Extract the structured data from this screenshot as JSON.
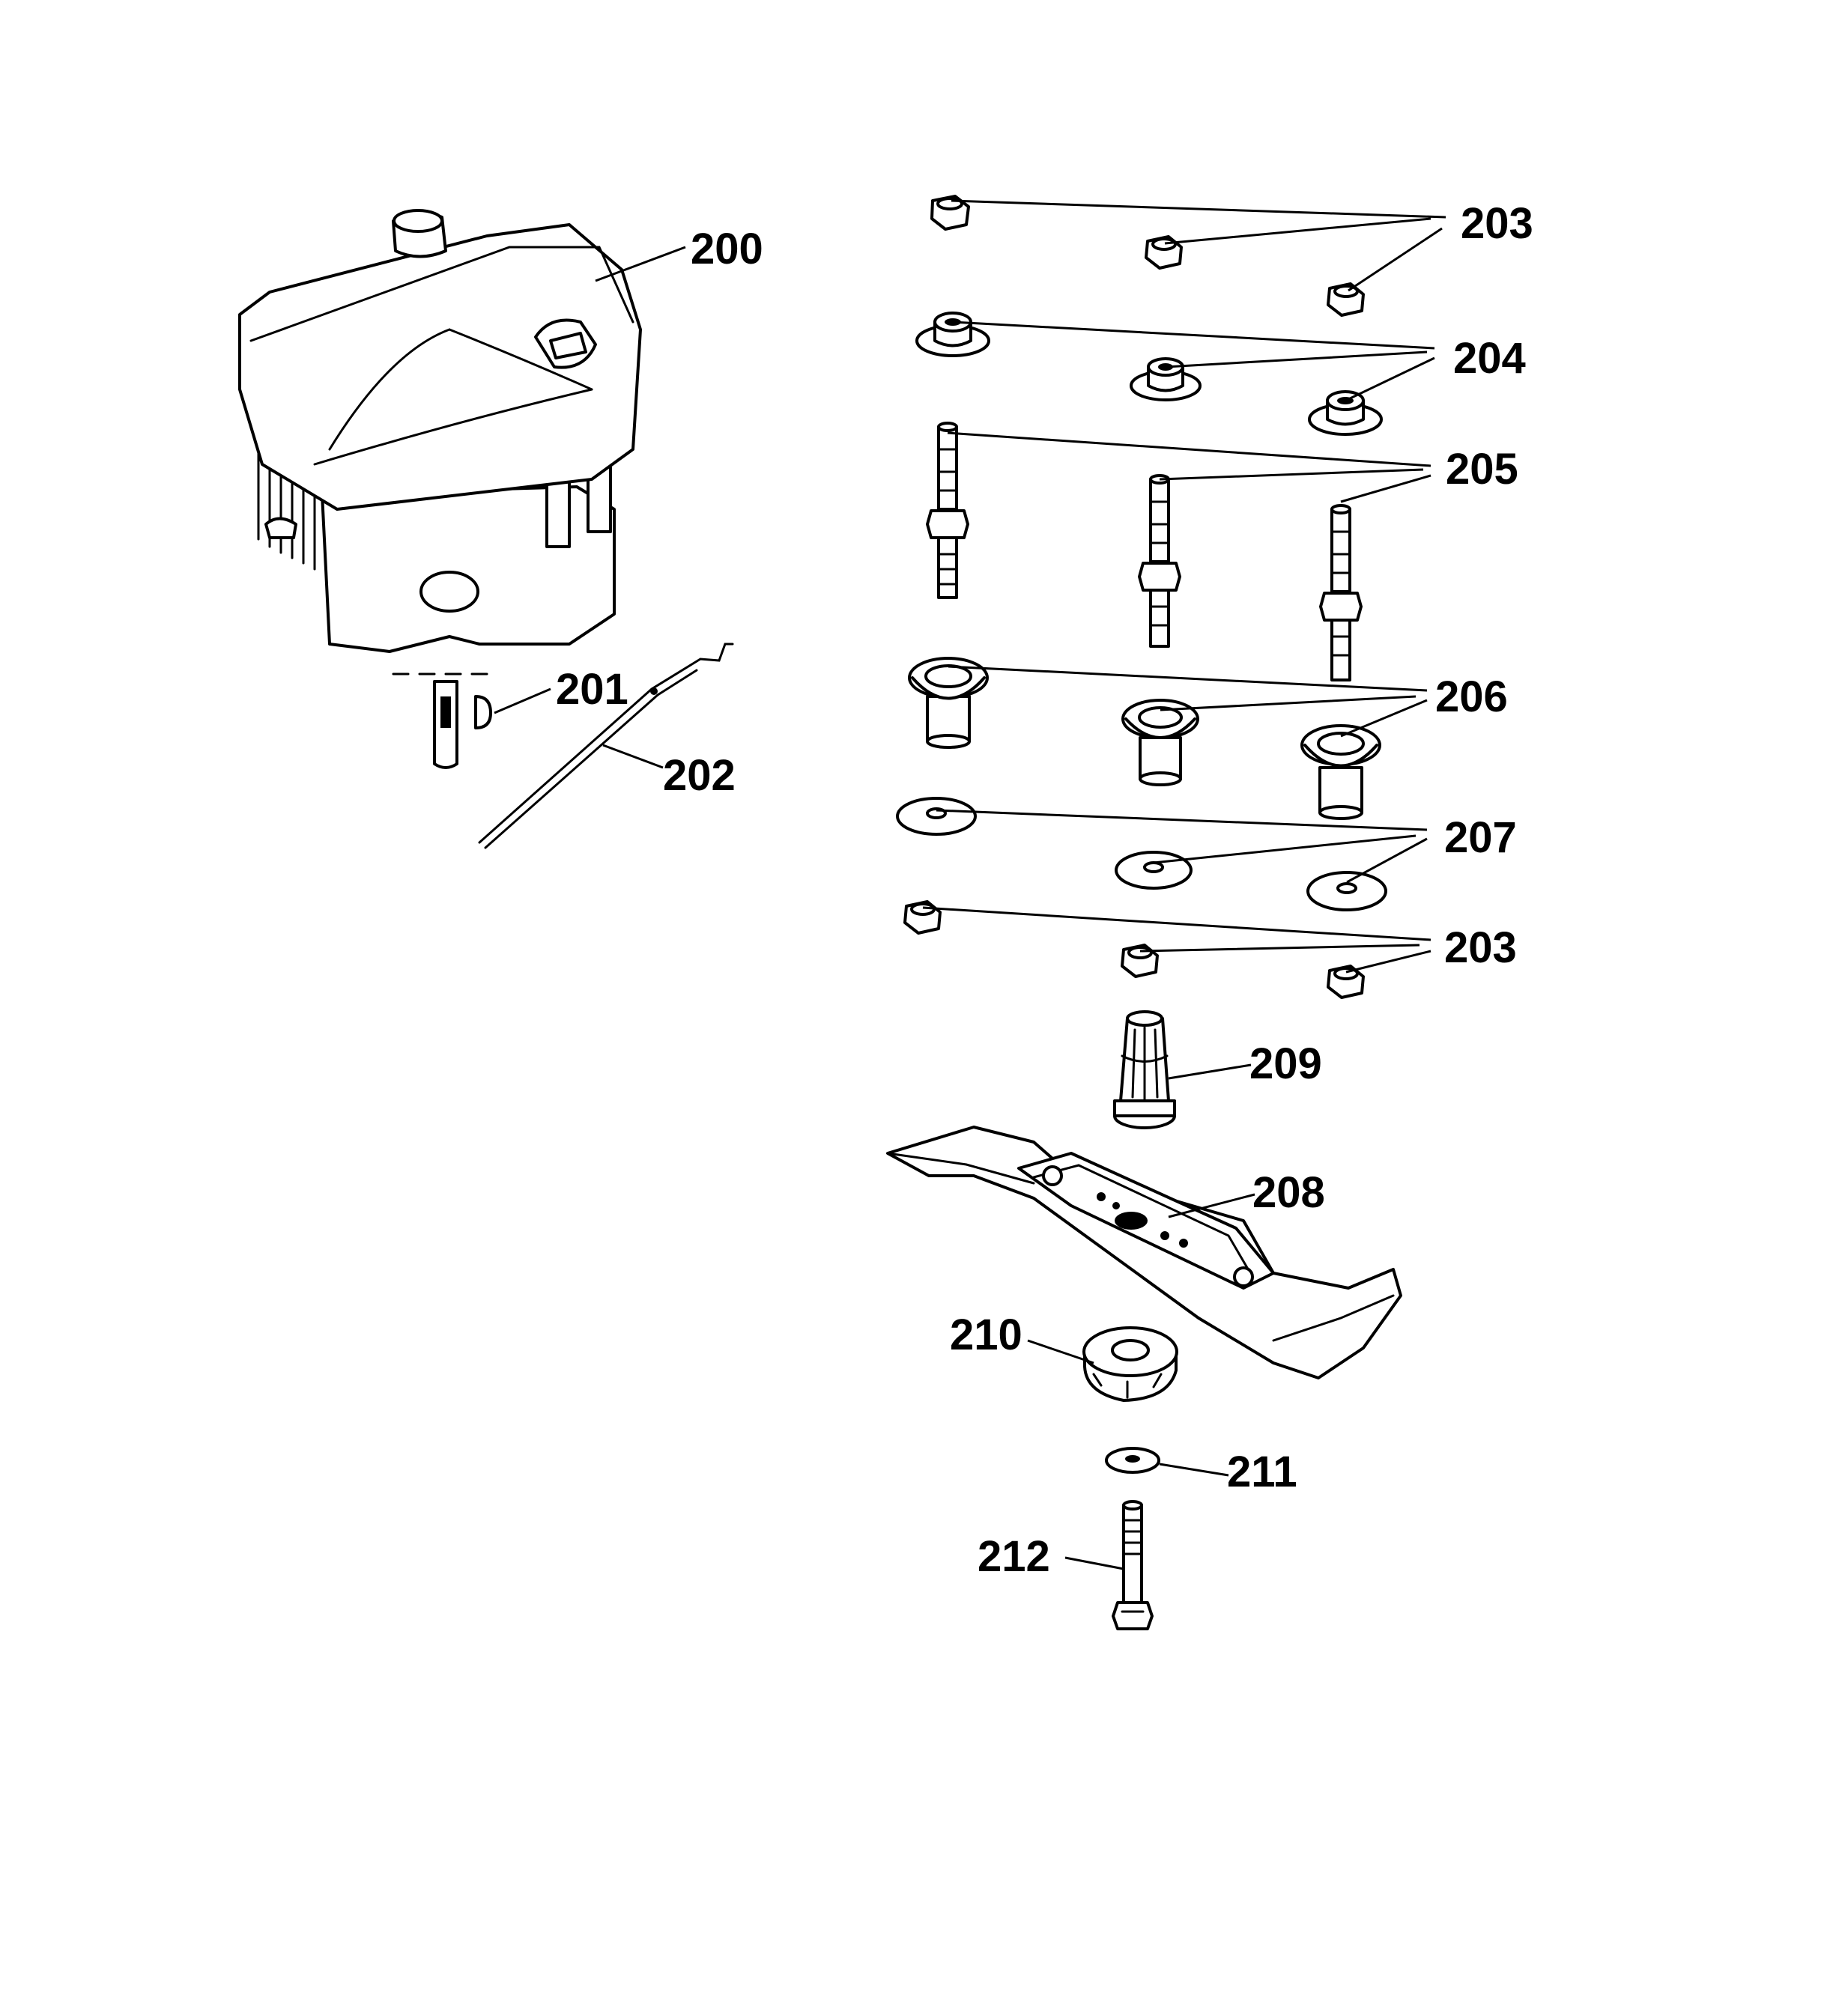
{
  "callouts": {
    "c200": "200",
    "c201": "201",
    "c202": "202",
    "c203a": "203",
    "c204": "204",
    "c205": "205",
    "c206": "206",
    "c207": "207",
    "c203b": "203",
    "c209": "209",
    "c208": "208",
    "c210": "210",
    "c211": "211",
    "c212": "212"
  },
  "parts": [
    {
      "number": "200",
      "icon": "engine-icon"
    },
    {
      "number": "201",
      "icon": "shaft-key-icon"
    },
    {
      "number": "202",
      "icon": "throttle-cable-icon"
    },
    {
      "number": "203",
      "icon": "hex-nut-icon",
      "quantity_shown": 6
    },
    {
      "number": "204",
      "icon": "spacer-bushing-icon",
      "quantity_shown": 3
    },
    {
      "number": "205",
      "icon": "stud-bolt-icon",
      "quantity_shown": 3
    },
    {
      "number": "206",
      "icon": "rubber-mount-icon",
      "quantity_shown": 3
    },
    {
      "number": "207",
      "icon": "flat-washer-icon",
      "quantity_shown": 3
    },
    {
      "number": "208",
      "icon": "mower-blade-icon"
    },
    {
      "number": "209",
      "icon": "blade-adapter-icon"
    },
    {
      "number": "210",
      "icon": "blade-hub-icon"
    },
    {
      "number": "211",
      "icon": "washer-icon"
    },
    {
      "number": "212",
      "icon": "blade-bolt-icon"
    }
  ]
}
